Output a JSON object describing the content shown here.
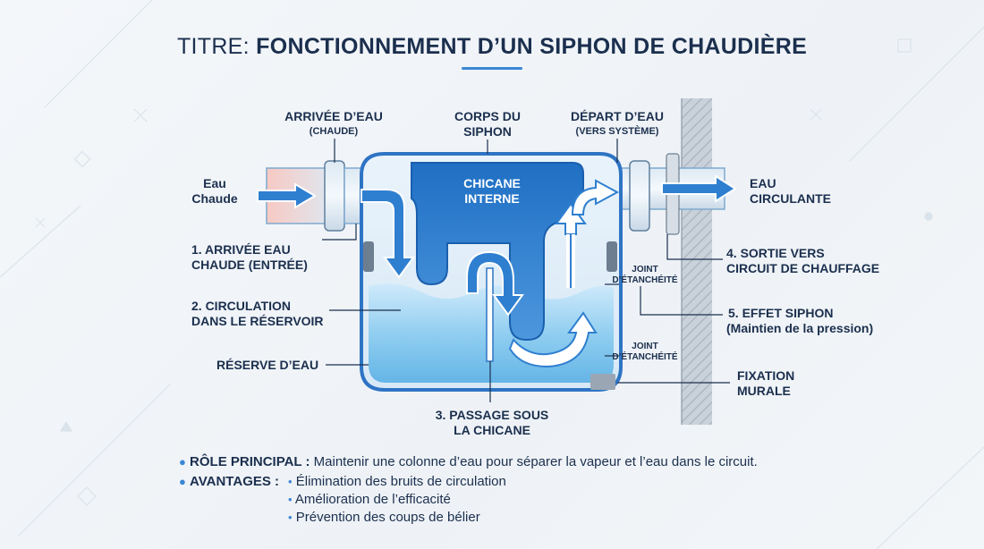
{
  "title": {
    "prefix": "TITRE: ",
    "main": "FONCTIONNEMENT D’UN SIPHON DE CHAUDIÈRE"
  },
  "labels": {
    "arrivee_eau": "ARRIVÉE D’EAU",
    "arrivee_eau_sub": "(CHAUDE)",
    "corps_line1": "CORPS DU",
    "corps_line2": "SIPHON",
    "depart_eau": "DÉPART D’EAU",
    "depart_eau_sub": "(VERS SYSTÈME)",
    "eau_chaude_line1": "Eau",
    "eau_chaude_line2": "Chaude",
    "chicane_line1": "CHICANE",
    "chicane_line2": "INTERNE",
    "eau_circulante_line1": "EAU",
    "eau_circulante_line2": "CIRCULANTE",
    "step1_line1": "1. ARRIVÉE EAU",
    "step1_line2": "CHAUDE (ENTRÉE)",
    "step2_line1": "2. CIRCULATION",
    "step2_line2": "DANS LE RÉSERVOIR",
    "reserve": "RÉSERVE D’EAU",
    "step3_line1": "3. PASSAGE SOUS",
    "step3_line2": "LA CHICANE",
    "step4_line1": "4. SORTIE VERS",
    "step4_line2": "CIRCUIT DE CHAUFFAGE",
    "step5": "5. EFFET SIPHON",
    "step5_sub": "(Maintien de la pression)",
    "joint1_line1": "JOINT",
    "joint1_line2": "D’ÉTANCHÉITÉ",
    "joint2_line1": "JOINT",
    "joint2_line2": "D’ÉTANCHÉITÉ",
    "fixation_line1": "FIXATION",
    "fixation_line2": "MURALE"
  },
  "bullets": {
    "role_label": "RÔLE PRINCIPAL :",
    "role_text": " Maintenir une colonne d’eau pour séparer la vapeur et l’eau dans le circuit.",
    "avantages_label": "AVANTAGES :",
    "avantages": [
      "Élimination des bruits de circulation",
      "Amélioration de l’efficacité",
      "Prévention des coups de bélier"
    ]
  },
  "colors": {
    "accent": "#3a86d4",
    "text": "#1b2f4e",
    "water": "#8ecdf0",
    "arrow": "#2f7fd0",
    "wall": "#b9c2cc"
  }
}
